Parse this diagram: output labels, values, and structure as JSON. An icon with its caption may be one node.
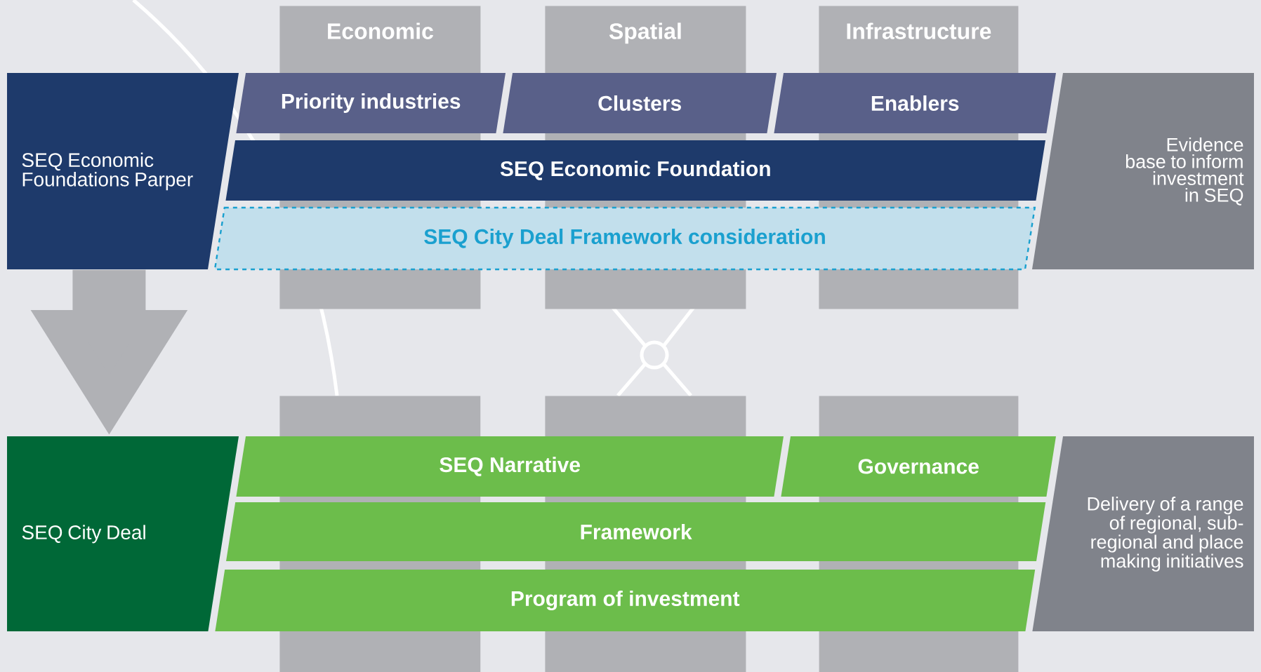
{
  "diagram": {
    "nodes": [
      {
        "text": [
          "Economic"
        ]
      },
      {
        "text": [
          "Spatial"
        ]
      },
      {
        "text": [
          "Infrastructure"
        ]
      },
      {
        "text": [
          "SEQ Economic Foundations Parper"
        ]
      },
      {
        "text": [
          "Priority industries"
        ]
      },
      {
        "text": [
          "Clusters"
        ]
      },
      {
        "text": [
          "Enablers"
        ]
      },
      {
        "text": [
          "SEQ Economic Foundation"
        ]
      },
      {
        "text": [
          "SEQ City Deal Framework consideration"
        ]
      },
      {
        "text": [
          "Evidence base to inform investment in SEQ"
        ]
      },
      {
        "text": [
          "SEQ City Deal"
        ]
      },
      {
        "text": [
          "SEQ Narrative"
        ]
      },
      {
        "text": [
          "Governance"
        ]
      },
      {
        "text": [
          "Framework"
        ]
      },
      {
        "text": [
          "Program of investment"
        ]
      },
      {
        "text": [
          "Delivery of a range of regional, sub-regional and place making initiatives"
        ]
      },
      {
        "text": [],
        "shape": "box"
      },
      {
        "text": [],
        "shape": "box"
      },
      {
        "text": [],
        "shape": "box"
      }
    ],
    "edges": [
      {
        "from": 3,
        "to": 10,
        "arrow": "to"
      }
    ]
  }
}
